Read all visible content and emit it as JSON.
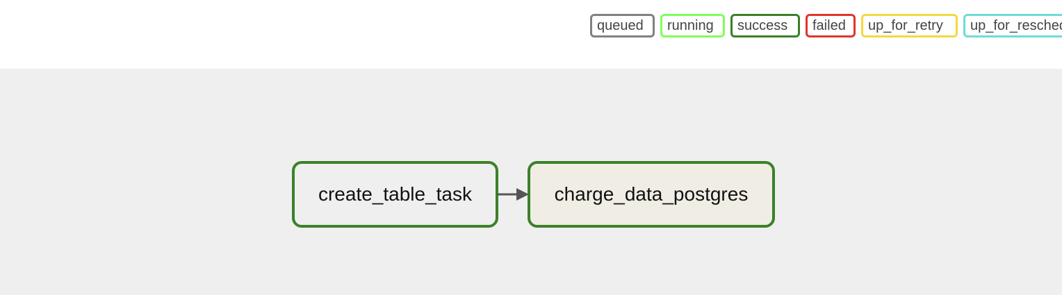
{
  "legend": {
    "items": [
      {
        "label": "queued",
        "color": "#808080"
      },
      {
        "label": "running",
        "color": "#7fff5a"
      },
      {
        "label": "success",
        "color": "#3b7f27"
      },
      {
        "label": "failed",
        "color": "#e0352b"
      },
      {
        "label": "up_for_retry",
        "color": "#f4d842"
      },
      {
        "label": "up_for_rescheduled",
        "color": "#6fdcd4"
      }
    ]
  },
  "graph": {
    "nodes": [
      {
        "label": "create_table_task",
        "fill": "#efefef",
        "border": "#3b8128"
      },
      {
        "label": "charge_data_postgres",
        "fill": "#f0ede4",
        "border": "#3b8128"
      }
    ],
    "edges": [
      {
        "from": "create_table_task",
        "to": "charge_data_postgres",
        "color": "#555555"
      }
    ]
  }
}
